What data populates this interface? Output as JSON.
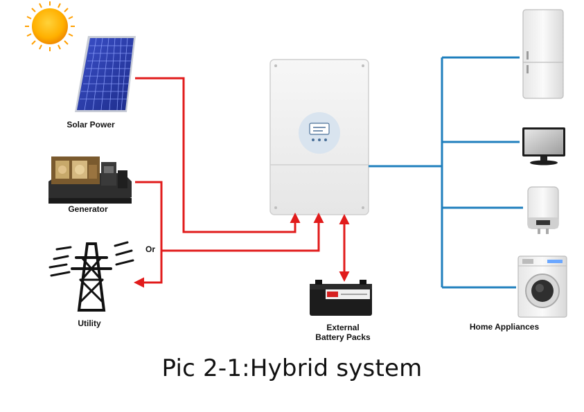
{
  "labels": {
    "solar": "Solar Power",
    "generator": "Generator",
    "or": "Or",
    "utility": "Utility",
    "battery_line1": "External",
    "battery_line2": "Battery Packs",
    "home": "Home Appliances"
  },
  "caption": "Pic 2-1:Hybrid system",
  "colors": {
    "power_in": "#e11b1b",
    "power_out": "#1f7fbd"
  }
}
